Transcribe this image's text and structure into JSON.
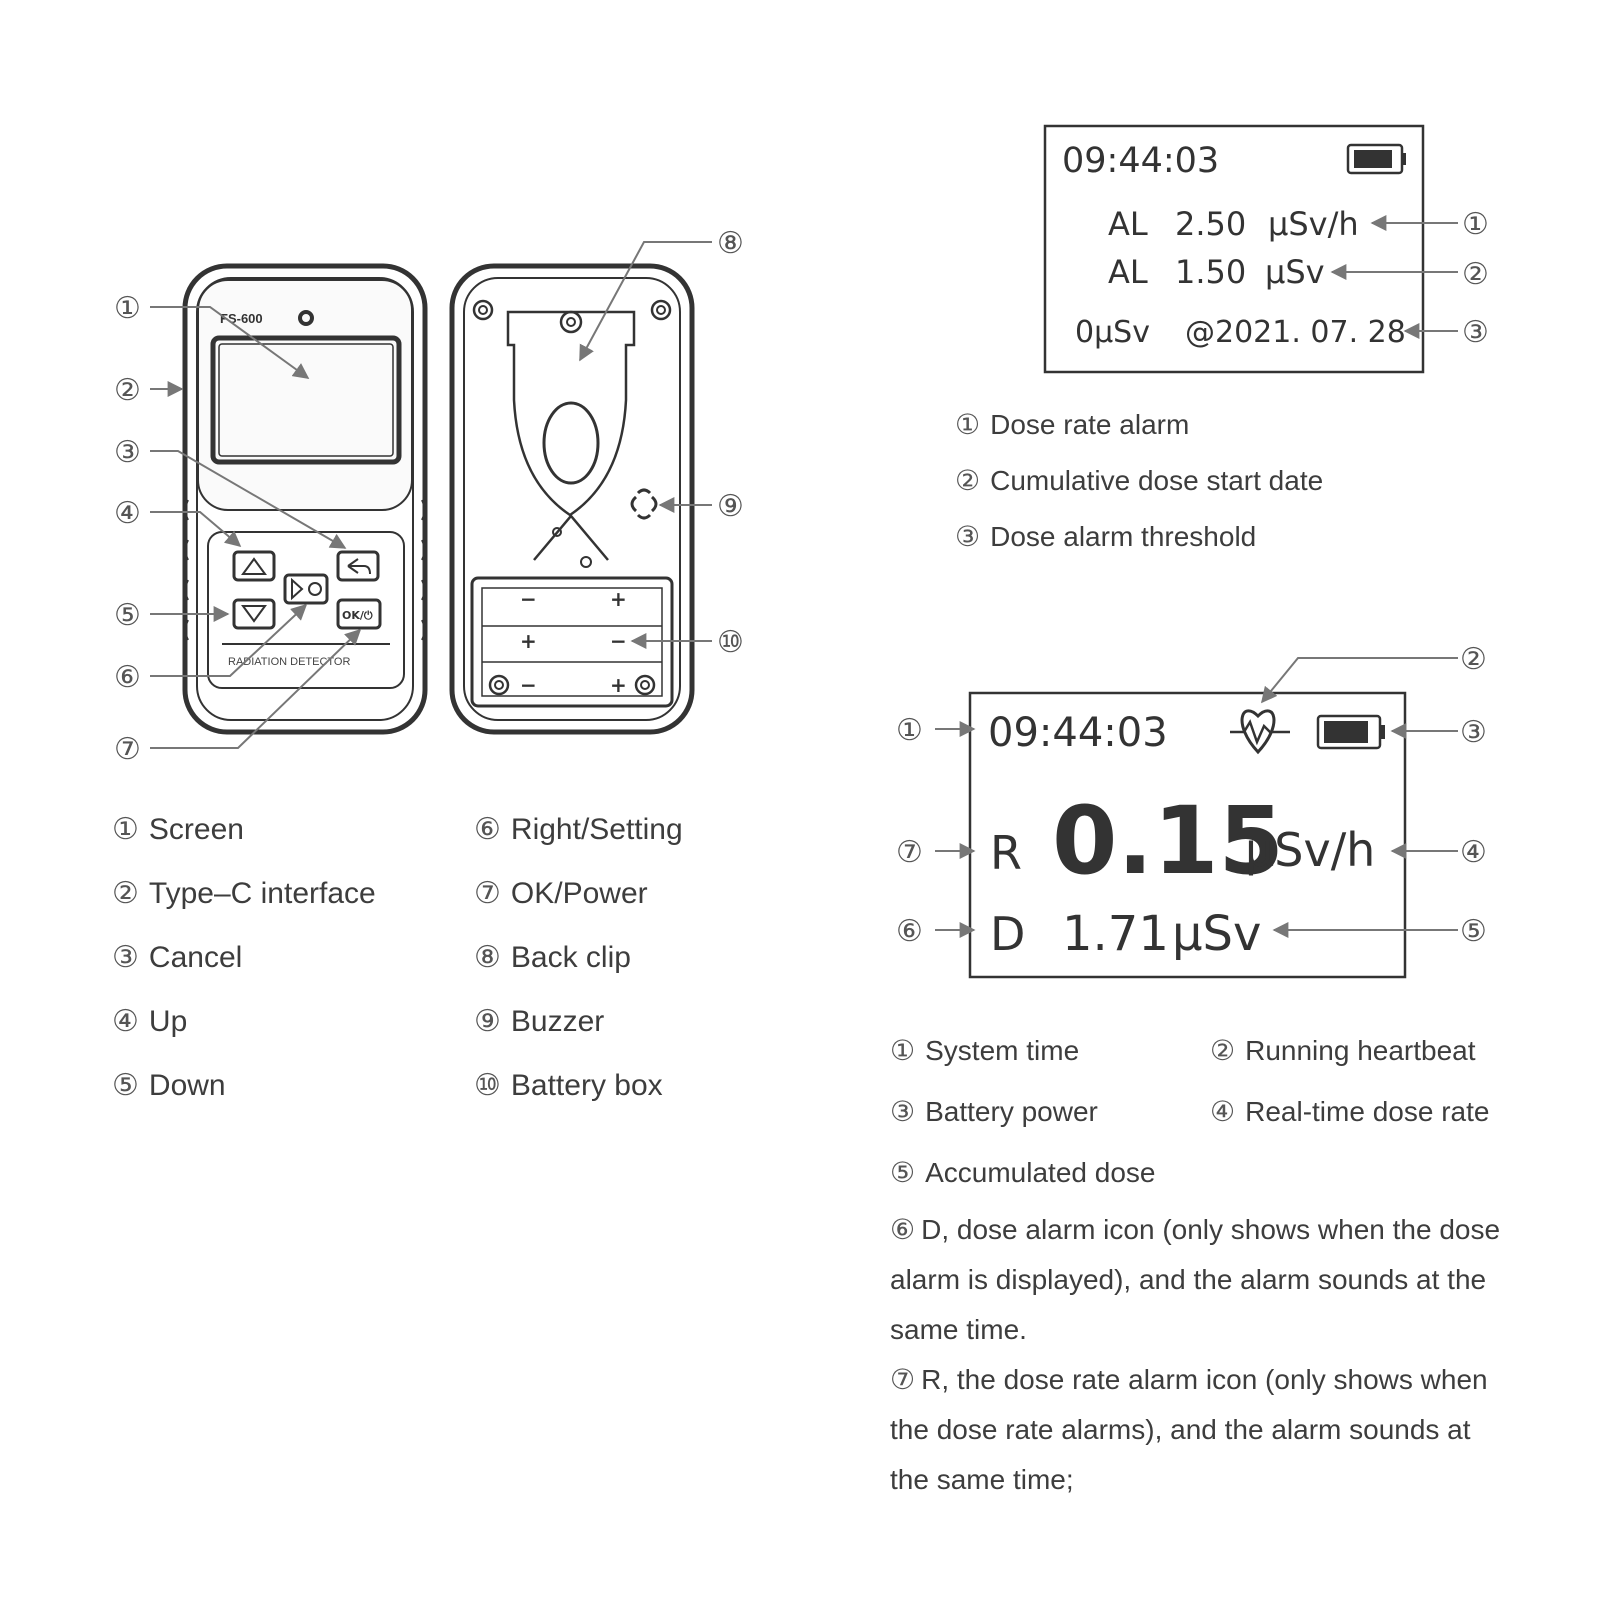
{
  "device": {
    "model_label": "FS-600",
    "brand_label": "RADIATION DETECTOR",
    "ok_label": "OK/⏻"
  },
  "device_callouts": [
    "①",
    "②",
    "③",
    "④",
    "⑤",
    "⑥",
    "⑦",
    "⑧",
    "⑨",
    "⑩"
  ],
  "device_legend": [
    {
      "num": "①",
      "text": "Screen"
    },
    {
      "num": "②",
      "text": "Type–C  interface"
    },
    {
      "num": "③",
      "text": "Cancel"
    },
    {
      "num": "④",
      "text": "Up"
    },
    {
      "num": "⑤",
      "text": "Down"
    },
    {
      "num": "⑥",
      "text": "Right/Setting"
    },
    {
      "num": "⑦",
      "text": "OK/Power"
    },
    {
      "num": "⑧",
      "text": "Back clip"
    },
    {
      "num": "⑨",
      "text": "Buzzer"
    },
    {
      "num": "⑩",
      "text": "Battery box"
    }
  ],
  "alarm_screen": {
    "time": "09:44:03",
    "rate_prefix": "AL",
    "rate_value": "2.50",
    "rate_unit": "μSv/h",
    "dose_prefix": "AL",
    "dose_value": "1.50",
    "dose_unit": "μSv",
    "start_dose": "0μSv",
    "start_date": "@2021. 07. 28",
    "callouts": [
      "①",
      "②",
      "③"
    ]
  },
  "alarm_legend": [
    {
      "num": "①",
      "text": "Dose rate alarm"
    },
    {
      "num": "②",
      "text": "Cumulative dose start date"
    },
    {
      "num": "③",
      "text": "Dose alarm  threshold"
    }
  ],
  "main_screen": {
    "time": "09:44:03",
    "rate_flag": "R",
    "rate_value": "0.15",
    "rate_unit": "μSv/h",
    "dose_flag": "D",
    "dose_value": "1.71",
    "dose_unit": "μSv",
    "callouts": [
      "①",
      "②",
      "③",
      "④",
      "⑤",
      "⑥",
      "⑦"
    ]
  },
  "main_legend": [
    {
      "num": "①",
      "text": "System time"
    },
    {
      "num": "②",
      "text": "Running heartbeat"
    },
    {
      "num": "③",
      "text": "Battery power"
    },
    {
      "num": "④",
      "text": "Real-time dose rate"
    },
    {
      "num": "⑤",
      "text": "Accumulated  dose"
    }
  ],
  "notes": [
    {
      "num": "⑥",
      "text": "D, dose alarm icon (only shows when the dose alarm is displayed), and the alarm sounds at the same time."
    },
    {
      "num": "⑦",
      "text": "R, the dose rate alarm icon (only shows when the dose rate alarms), and the alarm sounds at the same time;"
    }
  ]
}
